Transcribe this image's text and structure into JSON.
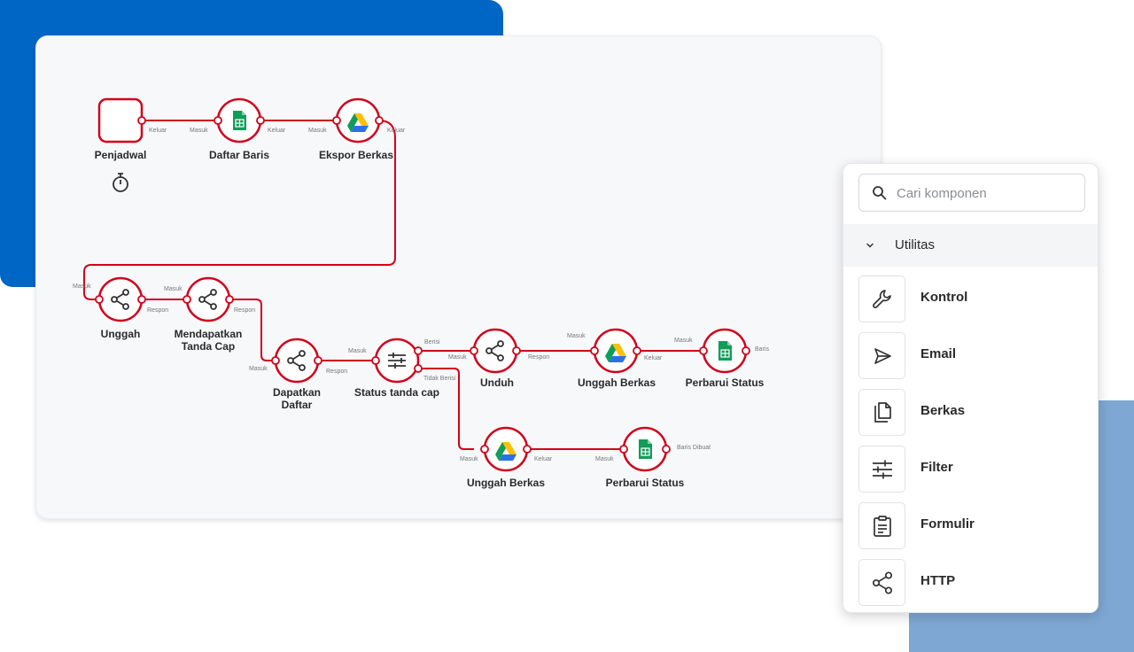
{
  "canvas": {
    "nodes": [
      {
        "id": "penjadwal",
        "label": "Penjadwal"
      },
      {
        "id": "daftar-baris",
        "label": "Daftar Baris"
      },
      {
        "id": "ekspor-berkas",
        "label": "Ekspor Berkas"
      },
      {
        "id": "unggah",
        "label": "Unggah"
      },
      {
        "id": "mendapatkan-tanda-cap",
        "label": "Mendapatkan\nTanda Cap"
      },
      {
        "id": "dapatkan-daftar",
        "label": "Dapatkan\nDaftar"
      },
      {
        "id": "status-tanda-cap",
        "label": "Status tanda cap"
      },
      {
        "id": "unduh",
        "label": "Unduh"
      },
      {
        "id": "unggah-berkas-1",
        "label": "Unggah Berkas"
      },
      {
        "id": "perbarui-status-1",
        "label": "Perbarui Status"
      },
      {
        "id": "unggah-berkas-2",
        "label": "Unggah Berkas"
      },
      {
        "id": "perbarui-status-2",
        "label": "Perbarui Status"
      }
    ],
    "ports": {
      "keluar": "Keluar",
      "masuk": "Masuk",
      "respon": "Respon",
      "berisi": "Berisi",
      "tidak_berisi": "Tidak Berisi",
      "baris": "Baris",
      "baris_dibuat": "Baris Dibuat"
    },
    "icons": {
      "penjadwal": "stopwatch-icon",
      "sheets": "google-sheets-icon",
      "drive": "google-drive-icon",
      "share": "share-icon",
      "filter": "sliders-icon"
    },
    "colors": {
      "accent": "#d0021b",
      "blue_bg": "#0066c6",
      "light_blue_bg": "#7ea8d3"
    }
  },
  "panel": {
    "search_placeholder": "Cari komponen",
    "group_title": "Utilitas",
    "items": [
      {
        "label": "Kontrol",
        "icon": "wrench-icon"
      },
      {
        "label": "Email",
        "icon": "send-icon"
      },
      {
        "label": "Berkas",
        "icon": "files-icon"
      },
      {
        "label": "Filter",
        "icon": "sliders-icon"
      },
      {
        "label": "Formulir",
        "icon": "clipboard-icon"
      },
      {
        "label": "HTTP",
        "icon": "share-icon"
      }
    ]
  }
}
